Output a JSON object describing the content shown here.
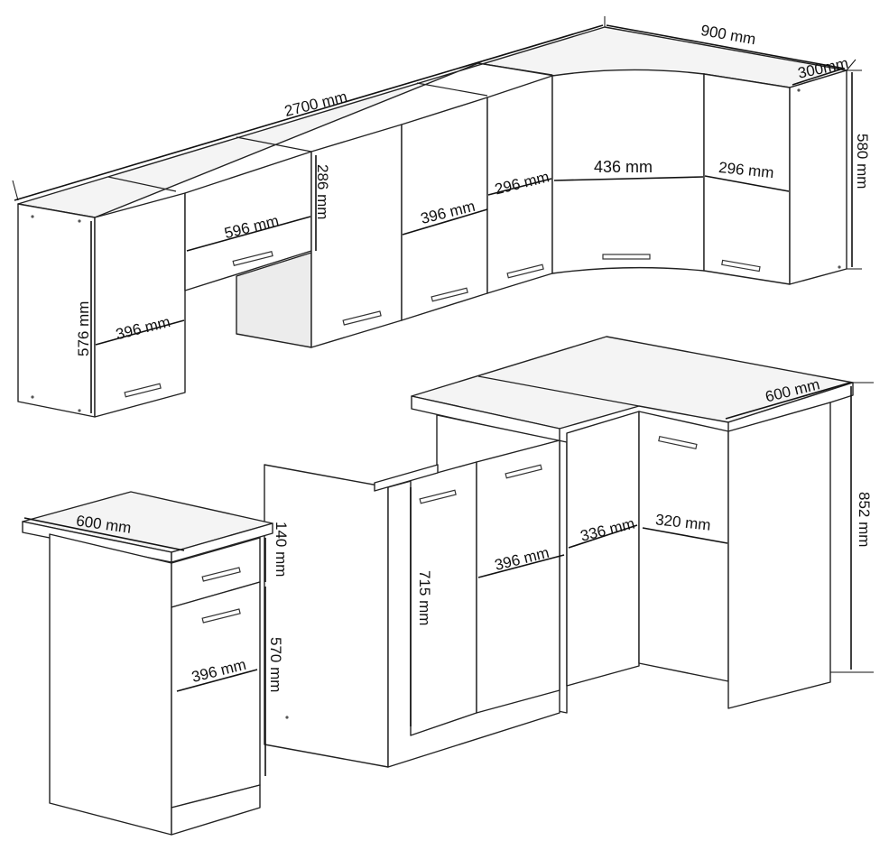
{
  "dimensions": {
    "total_width": "2700 mm",
    "corner_width": "900 mm",
    "corner_depth": "300mm",
    "upper_height_right": "580 mm",
    "upper_tall_height": "576 mm",
    "upper_tall_width": "396 mm",
    "hood_width": "596 mm",
    "hood_height": "286 mm",
    "upper_door_width": "396 mm",
    "upper_narrow_width": "296 mm",
    "upper_corner_width": "436 mm",
    "upper_right_width": "296 mm",
    "worktop_depth_right": "600 mm",
    "base_height": "852 mm",
    "drawer_unit_depth": "600 mm",
    "drawer_height": "140 mm",
    "drawer_door_height": "570 mm",
    "drawer_unit_width": "396 mm",
    "sink_door_height": "715 mm",
    "sink_door_width": "396 mm",
    "corner_base_width": "336 mm",
    "right_base_width": "320 mm"
  },
  "colors": {
    "line": "#222222",
    "board": "#ffffff",
    "worktop": "#f4f4f4"
  }
}
